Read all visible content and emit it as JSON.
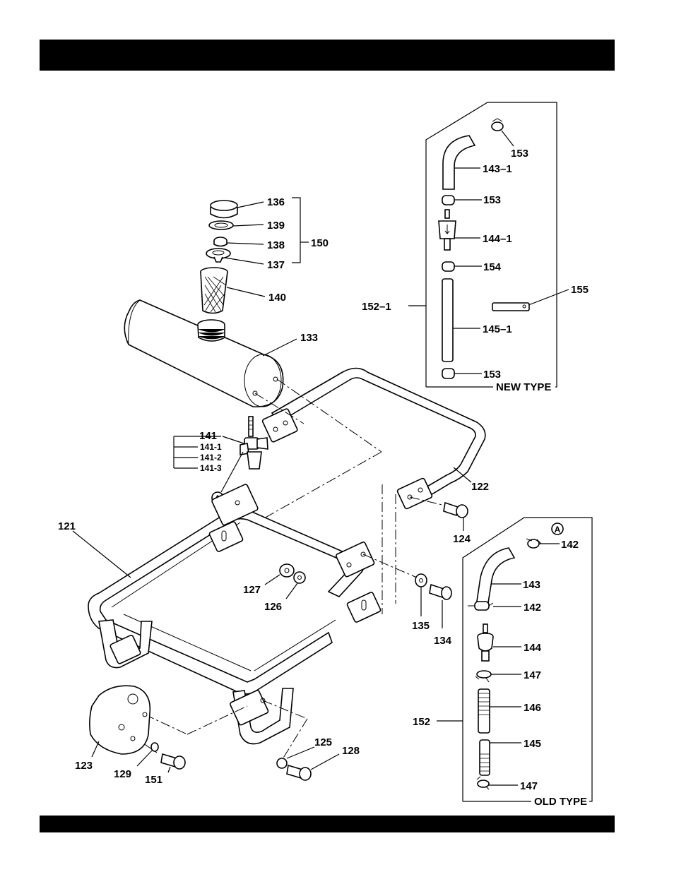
{
  "labels": {
    "l121": "121",
    "l122": "122",
    "l123": "123",
    "l124": "124",
    "l125": "125",
    "l126": "126",
    "l127": "127",
    "l128": "128",
    "l129": "129",
    "l133": "133",
    "l134": "134",
    "l135": "135",
    "l136": "136",
    "l137": "137",
    "l138": "138",
    "l139": "139",
    "l140": "140",
    "l141": "141",
    "l141_1": "141-1",
    "l141_2": "141-2",
    "l141_3": "141-3",
    "l142a": "142",
    "l142b": "142",
    "l143": "143",
    "l143_1": "143–1",
    "l144": "144",
    "l144_1": "144–1",
    "l145": "145",
    "l145_1": "145–1",
    "l146": "146",
    "l147a": "147",
    "l147b": "147",
    "l150": "150",
    "l151": "151",
    "l152": "152",
    "l152_1": "152–1",
    "l153a": "153",
    "l153b": "153",
    "l153c": "153",
    "l154": "154",
    "l155": "155"
  },
  "callouts": {
    "a1": "A",
    "a2": "A"
  },
  "boxes": {
    "new_type": "NEW TYPE",
    "old_type": "OLD TYPE"
  }
}
